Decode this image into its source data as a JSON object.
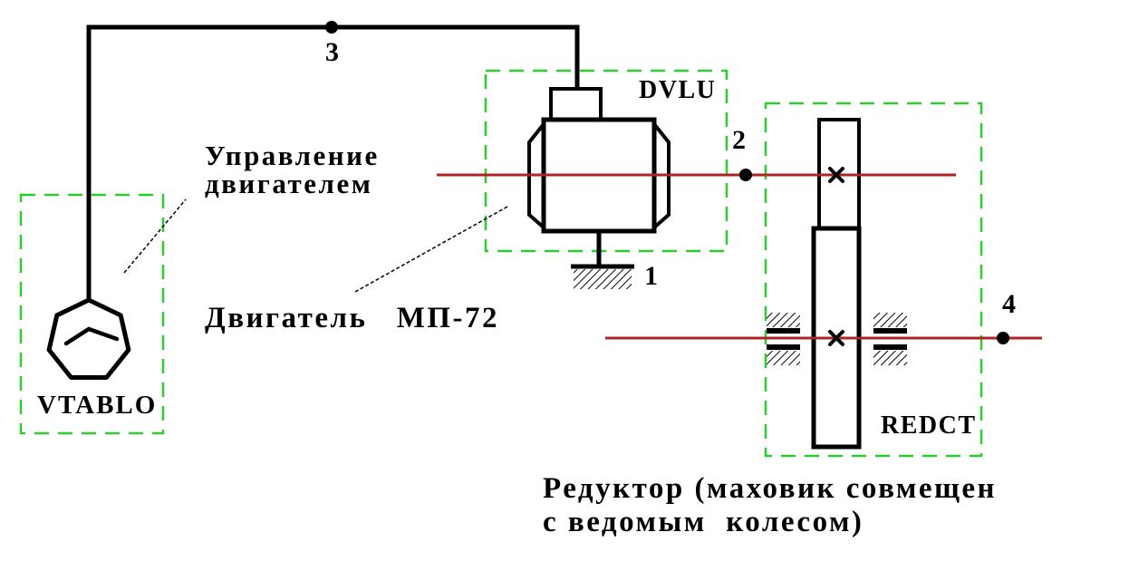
{
  "diagram": {
    "colors": {
      "background": "#ffffff",
      "line_black": "#000000",
      "box_green": "#2ecc2e",
      "shaft_red": "#b22222"
    },
    "blocks": {
      "vtablo": {
        "label": "VTABLO"
      },
      "dvlu": {
        "label": "DVLU"
      },
      "redct": {
        "label": "REDCT"
      }
    },
    "nodes": {
      "n1": "1",
      "n2": "2",
      "n3": "3",
      "n4": "4"
    },
    "annotations": {
      "control": {
        "line1": "Управление",
        "line2": "двигателем"
      },
      "motor": {
        "text": "Двигатель   МП-72"
      },
      "reducer": {
        "line1": "Редуктор (маховик совмещен",
        "line2": "с ведомым  колесом)"
      }
    }
  }
}
